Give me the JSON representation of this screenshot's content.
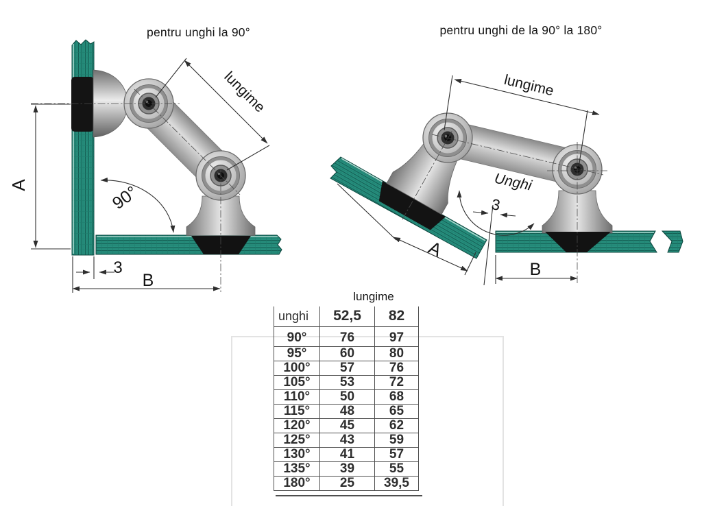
{
  "titles": {
    "left": "pentru unghi la 90°",
    "right": "pentru unghi de la 90° la 180°"
  },
  "left_diagram": {
    "lungime": "lungime",
    "angle_label": "90°",
    "dim_a": "A",
    "dim_b": "B",
    "gap": "3"
  },
  "right_diagram": {
    "lungime": "lungime",
    "unghi": "Unghi",
    "dim_a": "A",
    "dim_b": "B",
    "gap": "3"
  },
  "table": {
    "title": "lungime",
    "header": {
      "col1": "unghi",
      "col2": "52,5",
      "col3": "82"
    },
    "rows": [
      {
        "angle": "90°",
        "v1": "76",
        "v2": "97"
      },
      {
        "angle": "95°",
        "v1": "60",
        "v2": "80"
      },
      {
        "angle": "100°",
        "v1": "57",
        "v2": "76"
      },
      {
        "angle": "105°",
        "v1": "53",
        "v2": "72"
      },
      {
        "angle": "110°",
        "v1": "50",
        "v2": "68"
      },
      {
        "angle": "115°",
        "v1": "48",
        "v2": "65"
      },
      {
        "angle": "120°",
        "v1": "45",
        "v2": "62"
      },
      {
        "angle": "125°",
        "v1": "43",
        "v2": "59"
      },
      {
        "angle": "130°",
        "v1": "41",
        "v2": "57"
      },
      {
        "angle": "135°",
        "v1": "39",
        "v2": "55"
      },
      {
        "angle": "180°",
        "v1": "25",
        "v2": "39,5"
      }
    ]
  },
  "colors": {
    "glass_teal": "#27907f",
    "glass_stripe": "#145f54",
    "metal_light": "#e6e6e6",
    "metal_dark": "#6f6f6f",
    "gasket_black": "#141414",
    "dim_line": "#3a3a3a"
  }
}
